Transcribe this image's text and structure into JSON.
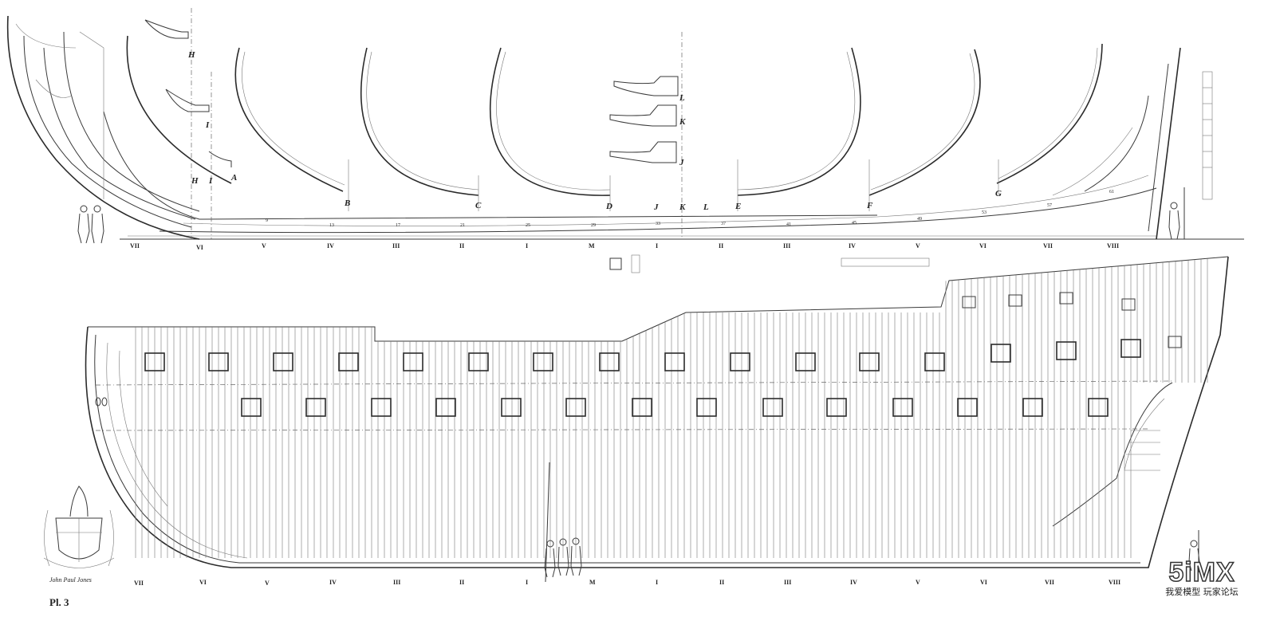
{
  "plate_label": "Pl. 3",
  "signature": "John Paul Jones",
  "watermark": {
    "logo": "5iMX",
    "subtitle": "我爱模型 玩家论坛"
  },
  "top_view": {
    "section_letters": [
      "A",
      "B",
      "C",
      "D",
      "E",
      "F",
      "G",
      "H",
      "I",
      "J",
      "K",
      "L"
    ],
    "frame_numbers": [
      "9",
      "13",
      "17",
      "21",
      "25",
      "29",
      "33",
      "37",
      "41",
      "45",
      "49",
      "53",
      "57",
      "61"
    ],
    "station_labels": [
      "VII",
      "VI",
      "V",
      "IV",
      "III",
      "II",
      "I",
      "M",
      "I",
      "II",
      "III",
      "IV",
      "V",
      "VI",
      "VII",
      "VIII"
    ],
    "detail_labels_left": [
      "H",
      "I"
    ],
    "detail_labels_mid": [
      "L",
      "K",
      "J"
    ]
  },
  "side_view": {
    "station_labels": [
      "VII",
      "VI",
      "V",
      "IV",
      "III",
      "II",
      "I",
      "M",
      "I",
      "II",
      "III",
      "IV",
      "V",
      "VI",
      "VII",
      "VIII"
    ]
  },
  "colors": {
    "ink": "#2b2b2b",
    "paper": "#ffffff"
  }
}
